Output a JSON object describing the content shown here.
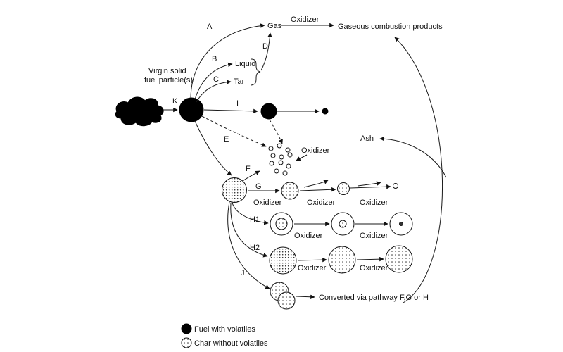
{
  "figure": {
    "labels": {
      "virgin1": "Virgin solid",
      "virgin2": "fuel particle(s)",
      "gas": "Gas",
      "liquid": "Liquid",
      "tar": "Tar",
      "ash": "Ash",
      "oxidizer": "Oxidizer",
      "products": "Gaseous combustion products",
      "converted": "Converted via pathway F,G or H"
    },
    "pathways": {
      "a": "A",
      "b": "B",
      "c": "C",
      "d": "D",
      "e": "E",
      "f": "F",
      "g": "G",
      "h1": "H1",
      "h2": "H2",
      "i": "I",
      "j": "J",
      "k": "K"
    },
    "legend": {
      "fuel": "Fuel with volatiles",
      "char": "Char without volatiles"
    }
  }
}
